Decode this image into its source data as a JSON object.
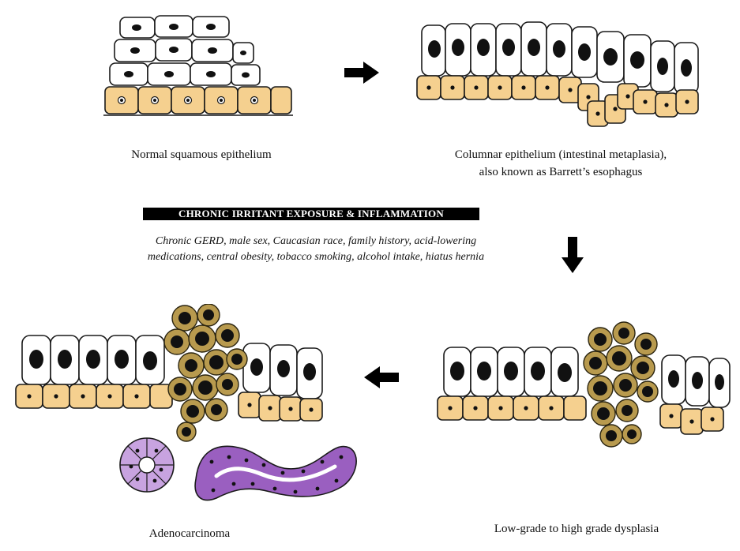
{
  "captions": {
    "normal": "Normal squamous epithelium",
    "barrett_line1": "Columnar epithelium (intestinal metaplasia),",
    "barrett_line2": "also known as Barrett’s esophagus",
    "dysplasia": "Low-grade to high grade dysplasia",
    "adenocarcinoma": "Adenocarcinoma"
  },
  "banner": "CHRONIC IRRITANT EXPOSURE & INFLAMMATION",
  "risk_factors": {
    "line1": "Chronic GERD, male sex, Caucasian race, family history, acid-lowering",
    "line2": "medications, central obesity, tobacco smoking, alcohol intake, hiatus hernia"
  },
  "arrows": [
    "arrow-right-icon",
    "arrow-down-icon",
    "arrow-left-icon"
  ],
  "colors": {
    "basal_cell": "#f5d08f",
    "dysplastic_cell": "#b89a4e",
    "tumor_purple": "#9a5fc0",
    "tumor_light": "#c8a3e0",
    "nucleus": "#111111",
    "outline": "#1a1a1a"
  }
}
